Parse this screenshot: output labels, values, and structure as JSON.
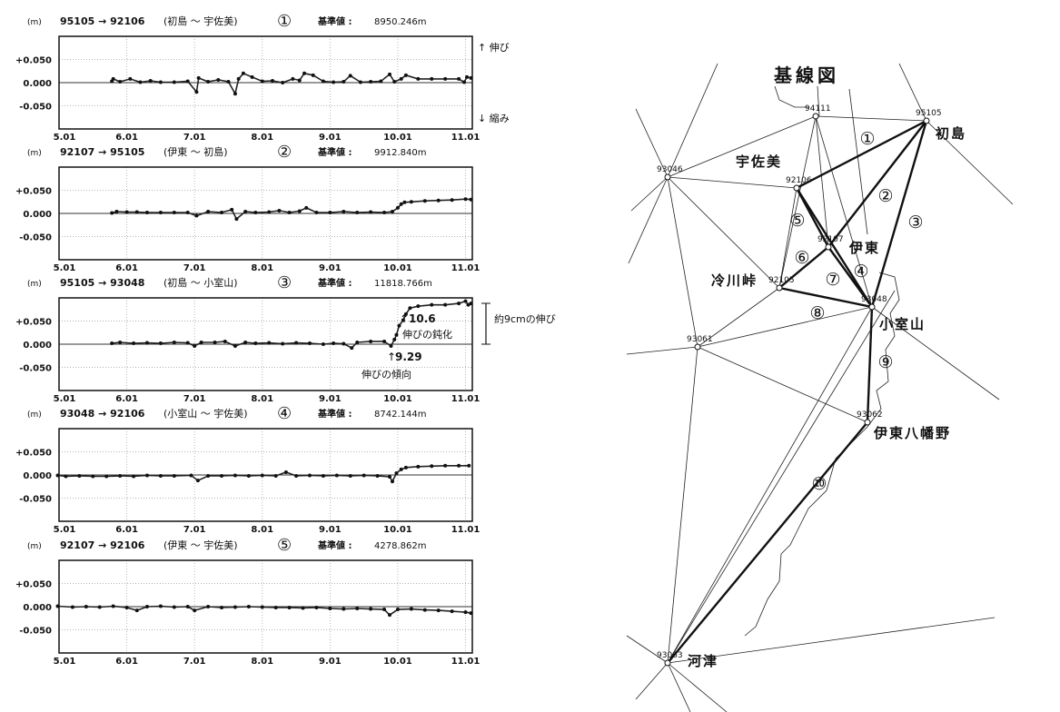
{
  "chart_data": [
    {
      "type": "scatter",
      "unit": "(m)",
      "route": "95105 → 92106",
      "places": "(初島 ～ 宇佐美)",
      "number": "①",
      "ref_label": "基準値 :",
      "ref_value": "8950.246m",
      "ylim": [
        -0.1,
        0.1
      ],
      "xlim": [
        5.0,
        11.1
      ],
      "yticks": [
        "+0.050",
        "0.000",
        "-0.050"
      ],
      "xticks": [
        "5.01",
        "6.01",
        "7.01",
        "8.01",
        "9.01",
        "10.01",
        "11.01"
      ],
      "side_up": "↑ 伸び",
      "side_down": "↓ 縮み",
      "x": [
        5.78,
        5.8,
        5.9,
        6.05,
        6.2,
        6.35,
        6.5,
        6.7,
        6.9,
        7.03,
        7.06,
        7.2,
        7.35,
        7.5,
        7.6,
        7.65,
        7.72,
        7.85,
        8.0,
        8.15,
        8.3,
        8.45,
        8.55,
        8.62,
        8.75,
        8.9,
        9.05,
        9.2,
        9.3,
        9.45,
        9.6,
        9.75,
        9.88,
        9.95,
        10.05,
        10.12,
        10.3,
        10.5,
        10.7,
        10.9,
        10.98,
        11.02,
        11.08
      ],
      "y": [
        0.003,
        0.008,
        0.002,
        0.008,
        0.001,
        0.004,
        0.001,
        0.001,
        0.003,
        -0.02,
        0.01,
        0.002,
        0.006,
        0.002,
        -0.024,
        0.008,
        0.02,
        0.012,
        0.003,
        0.004,
        0.0,
        0.008,
        0.005,
        0.02,
        0.016,
        0.003,
        0.001,
        0.002,
        0.015,
        0.001,
        0.002,
        0.003,
        0.018,
        0.002,
        0.008,
        0.016,
        0.008,
        0.008,
        0.008,
        0.008,
        0.001,
        0.012,
        0.01
      ]
    },
    {
      "type": "scatter",
      "unit": "(m)",
      "route": "92107 → 95105",
      "places": "(伊東 ～ 初島)",
      "number": "②",
      "ref_label": "基準値 :",
      "ref_value": "9912.840m",
      "ylim": [
        -0.1,
        0.1
      ],
      "xlim": [
        5.0,
        11.1
      ],
      "yticks": [
        "+0.050",
        "0.000",
        "-0.050"
      ],
      "xticks": [
        "5.01",
        "6.01",
        "7.01",
        "8.01",
        "9.01",
        "10.01",
        "11.01"
      ],
      "x": [
        5.78,
        5.85,
        6.0,
        6.15,
        6.3,
        6.5,
        6.7,
        6.9,
        7.03,
        7.2,
        7.4,
        7.55,
        7.62,
        7.75,
        7.9,
        8.1,
        8.25,
        8.4,
        8.55,
        8.65,
        8.8,
        9.0,
        9.2,
        9.4,
        9.6,
        9.8,
        9.92,
        10.0,
        10.05,
        10.1,
        10.2,
        10.4,
        10.6,
        10.8,
        11.0,
        11.08
      ],
      "y": [
        0.001,
        0.004,
        0.003,
        0.003,
        0.002,
        0.002,
        0.002,
        0.002,
        -0.005,
        0.004,
        0.002,
        0.008,
        -0.012,
        0.004,
        0.002,
        0.003,
        0.006,
        0.002,
        0.005,
        0.012,
        0.002,
        0.002,
        0.004,
        0.002,
        0.003,
        0.002,
        0.004,
        0.012,
        0.02,
        0.024,
        0.025,
        0.027,
        0.028,
        0.029,
        0.031,
        0.03
      ]
    },
    {
      "type": "scatter",
      "unit": "(m)",
      "route": "95105 → 93048",
      "places": "(初島 ～ 小室山)",
      "number": "③",
      "ref_label": "基準値 :",
      "ref_value": "11818.766m",
      "ylim": [
        -0.1,
        0.1
      ],
      "xlim": [
        5.0,
        11.1
      ],
      "yticks": [
        "+0.050",
        "0.000",
        "-0.050"
      ],
      "xticks": [
        "5.01",
        "6.01",
        "7.01",
        "8.01",
        "9.01",
        "10.01",
        "11.01"
      ],
      "annotations": {
        "total": "約9cmの伸び",
        "slow_date": "10.6",
        "slow_text": "伸びの鈍化",
        "start_date": "9.29",
        "start_text": "伸びの傾向"
      },
      "x": [
        5.78,
        5.9,
        6.1,
        6.3,
        6.5,
        6.7,
        6.9,
        7.0,
        7.1,
        7.3,
        7.45,
        7.6,
        7.75,
        7.9,
        8.1,
        8.3,
        8.5,
        8.7,
        8.9,
        9.05,
        9.2,
        9.32,
        9.4,
        9.6,
        9.8,
        9.9,
        9.95,
        9.98,
        10.02,
        10.08,
        10.12,
        10.18,
        10.3,
        10.5,
        10.7,
        10.9,
        11.0,
        11.04,
        11.08
      ],
      "y": [
        0.002,
        0.004,
        0.002,
        0.003,
        0.002,
        0.004,
        0.003,
        -0.004,
        0.004,
        0.004,
        0.006,
        -0.004,
        0.004,
        0.002,
        0.003,
        0.001,
        0.003,
        0.002,
        0.0,
        0.002,
        0.001,
        -0.008,
        0.004,
        0.006,
        0.006,
        -0.004,
        0.01,
        0.02,
        0.04,
        0.052,
        0.065,
        0.078,
        0.082,
        0.085,
        0.085,
        0.088,
        0.093,
        0.085,
        0.088
      ]
    },
    {
      "type": "scatter",
      "unit": "(m)",
      "route": "93048 → 92106",
      "places": "(小室山 ～ 宇佐美)",
      "number": "④",
      "ref_label": "基準値 :",
      "ref_value": "8742.144m",
      "ylim": [
        -0.1,
        0.1
      ],
      "xlim": [
        5.0,
        11.1
      ],
      "yticks": [
        "+0.050",
        "0.000",
        "-0.050"
      ],
      "xticks": [
        "5.01",
        "6.01",
        "7.01",
        "8.01",
        "9.01",
        "10.01",
        "11.01"
      ],
      "x": [
        4.98,
        5.1,
        5.3,
        5.5,
        5.7,
        5.9,
        6.1,
        6.3,
        6.5,
        6.7,
        6.95,
        7.05,
        7.2,
        7.4,
        7.6,
        7.8,
        8.0,
        8.2,
        8.35,
        8.5,
        8.7,
        8.9,
        9.1,
        9.3,
        9.5,
        9.7,
        9.88,
        9.92,
        9.98,
        10.05,
        10.12,
        10.3,
        10.5,
        10.7,
        10.9,
        11.05
      ],
      "y": [
        -0.001,
        -0.003,
        -0.002,
        -0.003,
        -0.003,
        -0.002,
        -0.003,
        -0.001,
        -0.002,
        -0.002,
        -0.001,
        -0.012,
        -0.002,
        -0.002,
        -0.001,
        -0.002,
        -0.001,
        -0.002,
        0.006,
        -0.002,
        -0.001,
        -0.002,
        -0.001,
        -0.002,
        -0.001,
        -0.002,
        -0.004,
        -0.014,
        0.004,
        0.012,
        0.016,
        0.018,
        0.019,
        0.02,
        0.02,
        0.02
      ]
    },
    {
      "type": "scatter",
      "unit": "(m)",
      "route": "92107 → 92106",
      "places": "(伊東 ～ 宇佐美)",
      "number": "⑤",
      "ref_label": "基準値 :",
      "ref_value": "4278.862m",
      "ylim": [
        -0.1,
        0.1
      ],
      "xlim": [
        5.0,
        11.1
      ],
      "yticks": [
        "+0.050",
        "0.000",
        "-0.050"
      ],
      "xticks": [
        "5.01",
        "6.01",
        "7.01",
        "8.01",
        "9.01",
        "10.01",
        "11.01"
      ],
      "x": [
        4.98,
        5.2,
        5.4,
        5.6,
        5.8,
        6.0,
        6.15,
        6.3,
        6.5,
        6.7,
        6.9,
        7.0,
        7.2,
        7.4,
        7.6,
        7.8,
        8.0,
        8.2,
        8.4,
        8.6,
        8.8,
        9.0,
        9.2,
        9.4,
        9.6,
        9.8,
        9.88,
        10.0,
        10.2,
        10.4,
        10.6,
        10.8,
        11.0,
        11.08
      ],
      "y": [
        0.001,
        -0.001,
        0.0,
        -0.001,
        0.001,
        -0.002,
        -0.008,
        0.0,
        0.001,
        -0.001,
        0.0,
        -0.008,
        0.0,
        -0.002,
        -0.001,
        0.0,
        -0.001,
        -0.002,
        -0.002,
        -0.003,
        -0.002,
        -0.004,
        -0.005,
        -0.004,
        -0.005,
        -0.006,
        -0.018,
        -0.006,
        -0.005,
        -0.007,
        -0.008,
        -0.01,
        -0.012,
        -0.014
      ]
    }
  ],
  "diagram": {
    "title": "基線図",
    "stations": [
      {
        "id": "94111"
      },
      {
        "id": "95105",
        "name": "初島"
      },
      {
        "id": "93046"
      },
      {
        "id": "92106",
        "name": "宇佐美"
      },
      {
        "id": "92107",
        "name": "伊東"
      },
      {
        "id": "92105",
        "name": "冷川峠"
      },
      {
        "id": "93048",
        "name": "小室山"
      },
      {
        "id": "93061"
      },
      {
        "id": "93062",
        "name": "伊東八幡野"
      },
      {
        "id": "93063",
        "name": "河津"
      }
    ],
    "baselines": [
      "①",
      "②",
      "③",
      "④",
      "⑤",
      "⑥",
      "⑦",
      "⑧",
      "⑨",
      "⑩"
    ]
  }
}
